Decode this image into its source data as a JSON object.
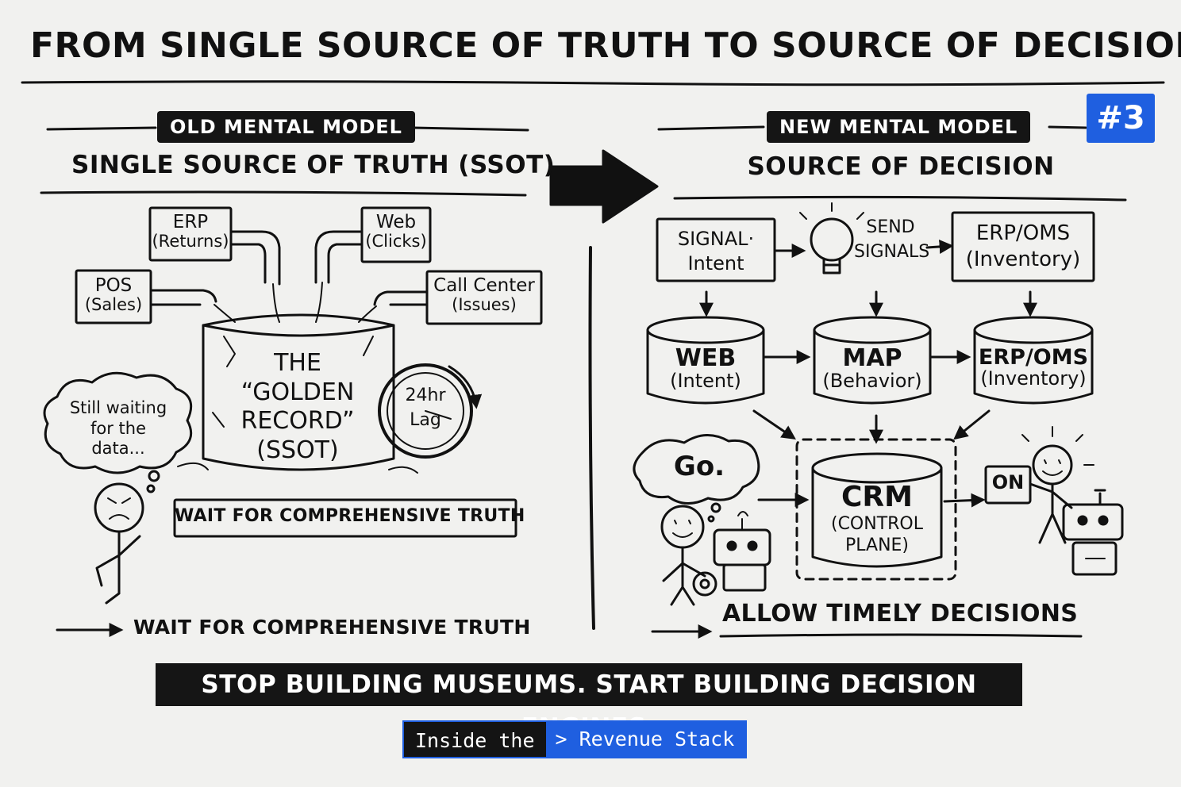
{
  "title": "FROM SINGLE SOURCE OF TRUTH TO SOURCE OF DECISION",
  "badge": "#3",
  "left": {
    "pill": "OLD MENTAL MODEL",
    "subtitle": "SINGLE SOURCE OF TRUTH (SSOT)",
    "sources": [
      {
        "name": "ERP",
        "sub": "(Returns)"
      },
      {
        "name": "Web",
        "sub": "(Clicks)"
      },
      {
        "name": "POS",
        "sub": "(Sales)"
      },
      {
        "name": "Call Center",
        "sub": "(Issues)"
      }
    ],
    "tank": [
      "THE",
      "“GOLDEN",
      "RECORD”",
      "(SSOT)"
    ],
    "clock": [
      "24hr",
      "Lag"
    ],
    "thought": [
      "Still waiting",
      "for the",
      "data..."
    ],
    "box_caption": "WAIT FOR COMPREHENSIVE TRUTH",
    "bottom_caption": "WAIT FOR COMPREHENSIVE TRUTH"
  },
  "right": {
    "pill": "NEW MENTAL MODEL",
    "subtitle": "SOURCE OF DECISION",
    "signal": {
      "name": "SIGNAL·",
      "sub": "Intent"
    },
    "send": [
      "SEND",
      "SIGNALS"
    ],
    "erp_top": {
      "name": "ERP/OMS",
      "sub": "(Inventory)"
    },
    "cylinders": [
      {
        "name": "WEB",
        "sub": "(Intent)"
      },
      {
        "name": "MAP",
        "sub": "(Behavior)"
      },
      {
        "name": "ERP/OMS",
        "sub": "(Inventory)"
      }
    ],
    "crm": {
      "name": "CRM",
      "sub1": "(CONTROL",
      "sub2": "PLANE)"
    },
    "go": "Go.",
    "on": "ON",
    "caption": "ALLOW TIMELY DECISIONS"
  },
  "banner": "STOP BUILDING MUSEUMS. START BUILDING DECISION ENGINES.",
  "footer": {
    "part1": "Inside the",
    "part2": "> Revenue Stack"
  },
  "colors": {
    "ink": "#111111",
    "accent_blue": "#1f5fe0",
    "paper": "#f1f1ef"
  }
}
